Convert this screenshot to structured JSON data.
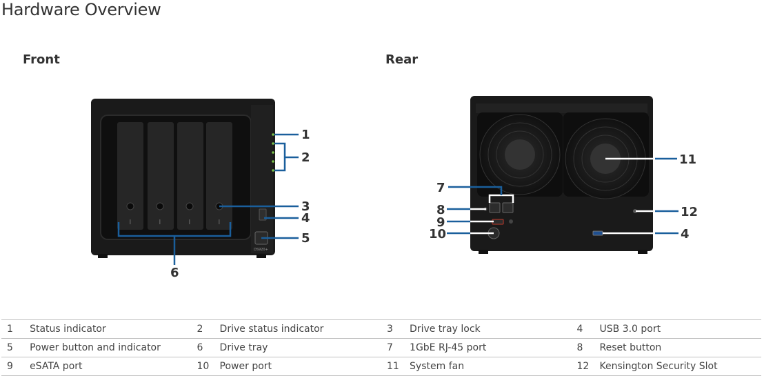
{
  "page": {
    "title": "Hardware Overview",
    "front_label": "Front",
    "rear_label": "Rear"
  },
  "front_callouts": [
    "1",
    "2",
    "3",
    "4",
    "5",
    "6"
  ],
  "rear_callouts": [
    "7",
    "8",
    "9",
    "10",
    "11",
    "12",
    "4"
  ],
  "device_model_text": "DS920+",
  "legend": [
    [
      {
        "num": "1",
        "label": "Status indicator"
      },
      {
        "num": "2",
        "label": "Drive status indicator"
      },
      {
        "num": "3",
        "label": "Drive tray lock"
      },
      {
        "num": "4",
        "label": "USB 3.0 port"
      }
    ],
    [
      {
        "num": "5",
        "label": "Power button and indicator"
      },
      {
        "num": "6",
        "label": "Drive tray"
      },
      {
        "num": "7",
        "label": "1GbE RJ-45 port"
      },
      {
        "num": "8",
        "label": "Reset button"
      }
    ],
    [
      {
        "num": "9",
        "label": "eSATA port"
      },
      {
        "num": "10",
        "label": "Power port"
      },
      {
        "num": "11",
        "label": "System fan"
      },
      {
        "num": "12",
        "label": "Kensington Security Slot"
      }
    ]
  ],
  "colors": {
    "callout_line": "#1a5f9c",
    "device": "#1c1c1c",
    "led_green": "#7cc24a"
  }
}
